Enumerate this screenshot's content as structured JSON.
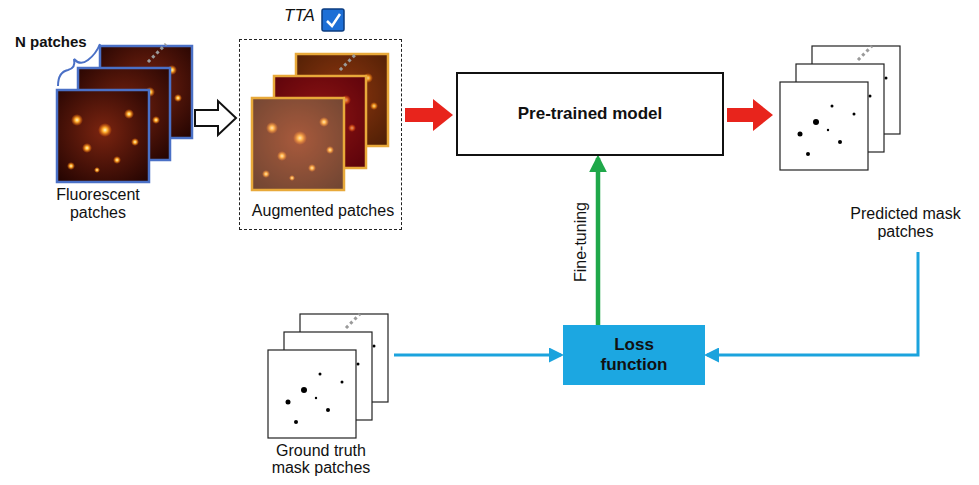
{
  "diagram": {
    "nodes": [
      {
        "text": [
          "N patches",
          "Fluorescent patches"
        ]
      },
      {
        "text": [
          "TTA"
        ]
      },
      {
        "text": [
          "Augmented patches"
        ],
        "in": 1
      },
      {
        "text": [
          "Pre-trained model"
        ]
      },
      {
        "text": [
          "Predicted mask patches"
        ]
      },
      {
        "text": [
          "Ground truth mask patches"
        ]
      },
      {
        "text": [
          "Loss function"
        ]
      }
    ],
    "edges": [
      {
        "from": 0,
        "to": 1,
        "arrow": "to"
      },
      {
        "from": 1,
        "to": 3,
        "arrow": "to"
      },
      {
        "from": 3,
        "to": 4,
        "arrow": "to"
      },
      {
        "from": 5,
        "to": 6,
        "arrow": "to"
      },
      {
        "from": 4,
        "to": 6,
        "arrow": "to"
      },
      {
        "from": 6,
        "to": 3,
        "arrow": "to",
        "label": "Fine-tuning"
      }
    ]
  }
}
